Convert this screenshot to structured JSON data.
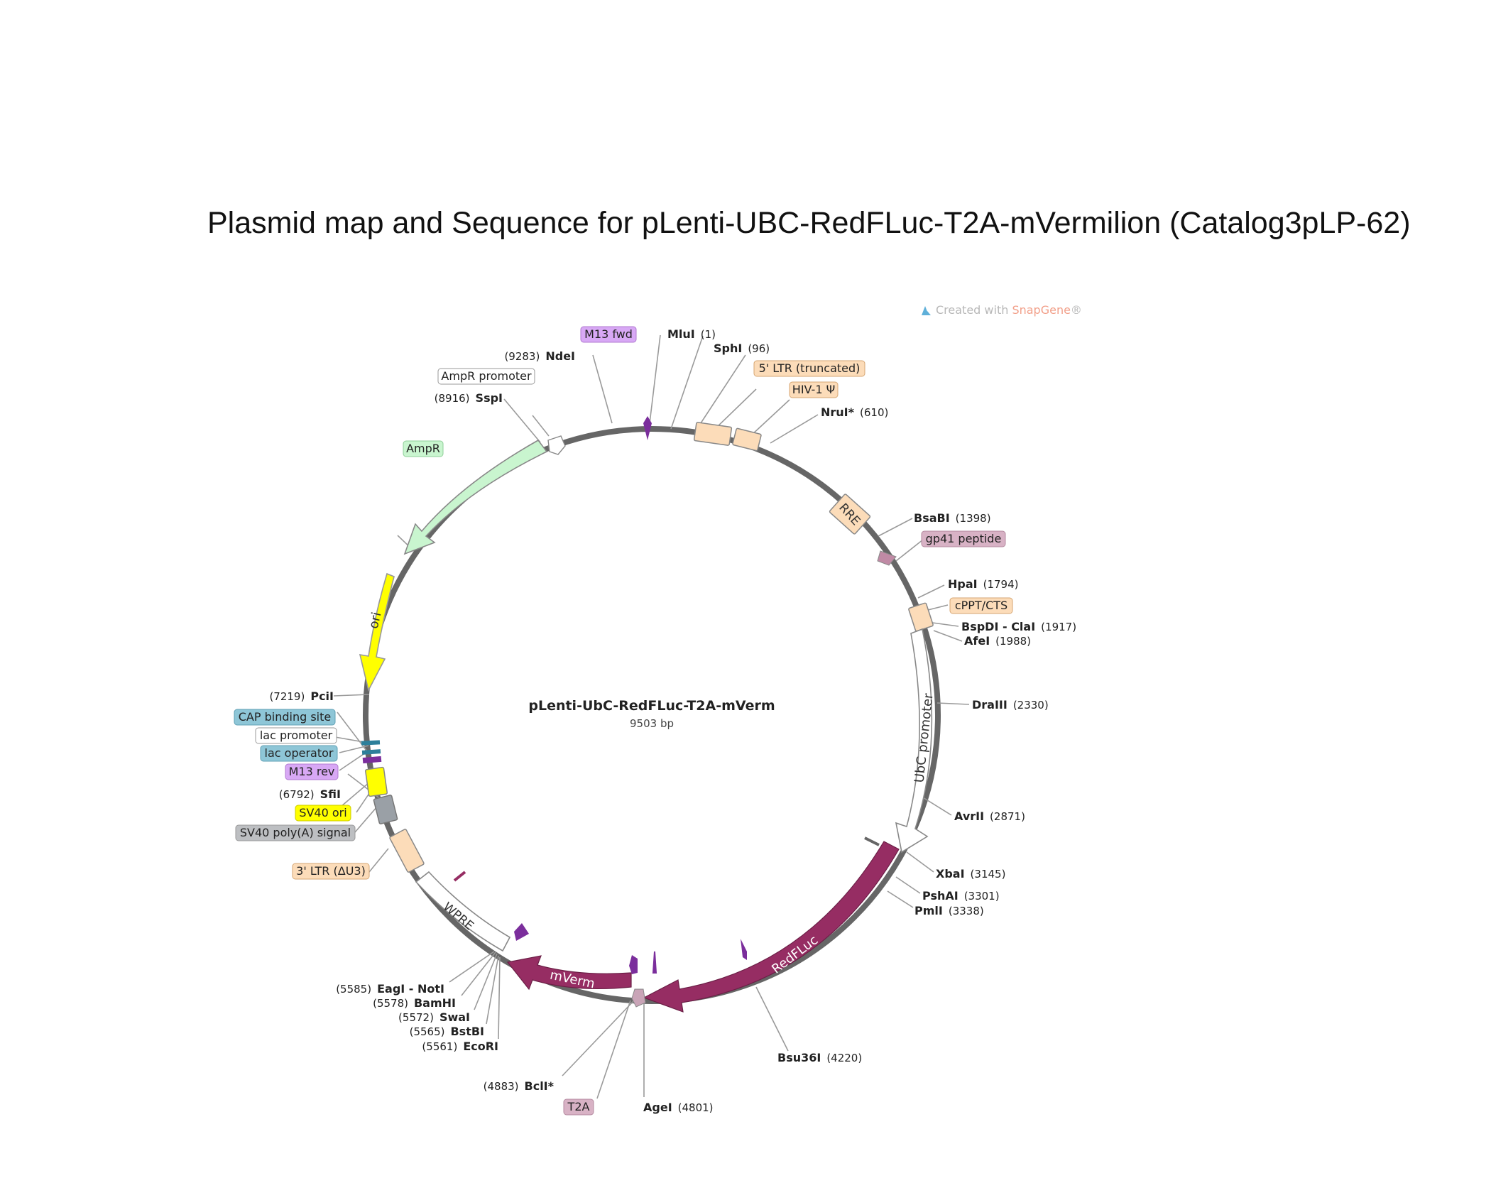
{
  "page": {
    "title": "Plasmid map and Sequence for pLenti-UBC-RedFLuc-T2A-mVermilion (Catalog3pLP-62)"
  },
  "credit": {
    "prefix": "Created with ",
    "brand": "SnapGene",
    "suffix": "®"
  },
  "plasmid": {
    "name": "pLenti-UbC-RedFLuc-T2A-mVerm",
    "size_label": "9503 bp",
    "length_bp": 9503
  },
  "colors": {
    "backbone": "#666666",
    "ltr": "#fcdcb9",
    "ampr": "#c9f5cf",
    "ori": "#ffff00",
    "redfluc": "#962d63",
    "mverm": "#962d63",
    "sv40pa": "#9aa0a6",
    "cap": "#8ec6d7",
    "m13": "#d8a8f5",
    "t2a": "#d8b2c5",
    "gp41": "#d8b2c5"
  },
  "features": [
    {
      "name": "M13 fwd",
      "label_style": "m13"
    },
    {
      "name": "5' LTR (truncated)",
      "label_style": "ltr"
    },
    {
      "name": "HIV-1 Ψ",
      "label_style": "ltr"
    },
    {
      "name": "RRE",
      "label_style": "inside"
    },
    {
      "name": "gp41 peptide",
      "label_style": "t2a"
    },
    {
      "name": "cPPT/CTS",
      "label_style": "ltr"
    },
    {
      "name": "UbC promoter",
      "label_style": "inside"
    },
    {
      "name": "RedFLuc",
      "label_style": "inside"
    },
    {
      "name": "T2A",
      "label_style": "t2a"
    },
    {
      "name": "mVerm",
      "label_style": "inside"
    },
    {
      "name": "WPRE",
      "label_style": "inside"
    },
    {
      "name": "3' LTR (ΔU3)",
      "label_style": "ltr"
    },
    {
      "name": "SV40 poly(A) signal",
      "label_style": "grey"
    },
    {
      "name": "SV40 ori",
      "label_style": "ori"
    },
    {
      "name": "M13 rev",
      "label_style": "m13"
    },
    {
      "name": "lac operator",
      "label_style": "cap"
    },
    {
      "name": "lac promoter",
      "label_style": "plain"
    },
    {
      "name": "CAP binding site",
      "label_style": "cap"
    },
    {
      "name": "ori",
      "label_style": "inside"
    },
    {
      "name": "AmpR",
      "label_style": "ampr"
    },
    {
      "name": "AmpR promoter",
      "label_style": "plain"
    }
  ],
  "sites": [
    {
      "name": "MluI",
      "pos": "(1)"
    },
    {
      "name": "SphI",
      "pos": "(96)"
    },
    {
      "name": "NruI*",
      "pos": "(610)"
    },
    {
      "name": "BsaBI",
      "pos": "(1398)"
    },
    {
      "name": "HpaI",
      "pos": "(1794)"
    },
    {
      "name": "BspDI - ClaI",
      "pos": "(1917)"
    },
    {
      "name": "AfeI",
      "pos": "(1988)"
    },
    {
      "name": "DraIII",
      "pos": "(2330)"
    },
    {
      "name": "AvrII",
      "pos": "(2871)"
    },
    {
      "name": "XbaI",
      "pos": "(3145)"
    },
    {
      "name": "PshAI",
      "pos": "(3301)"
    },
    {
      "name": "PmlI",
      "pos": "(3338)"
    },
    {
      "name": "Bsu36I",
      "pos": "(4220)"
    },
    {
      "name": "AgeI",
      "pos": "(4801)"
    },
    {
      "name": "BclI*",
      "pos": "(4883)"
    },
    {
      "name": "EcoRI",
      "pos": "(5561)"
    },
    {
      "name": "BstBI",
      "pos": "(5565)"
    },
    {
      "name": "SwaI",
      "pos": "(5572)"
    },
    {
      "name": "BamHI",
      "pos": "(5578)"
    },
    {
      "name": "EagI - NotI",
      "pos": "(5585)"
    },
    {
      "name": "SfiI",
      "pos": "(6792)"
    },
    {
      "name": "PciI",
      "pos": "(7219)"
    },
    {
      "name": "SspI",
      "pos": "(8916)"
    },
    {
      "name": "NdeI",
      "pos": "(9283)"
    }
  ]
}
